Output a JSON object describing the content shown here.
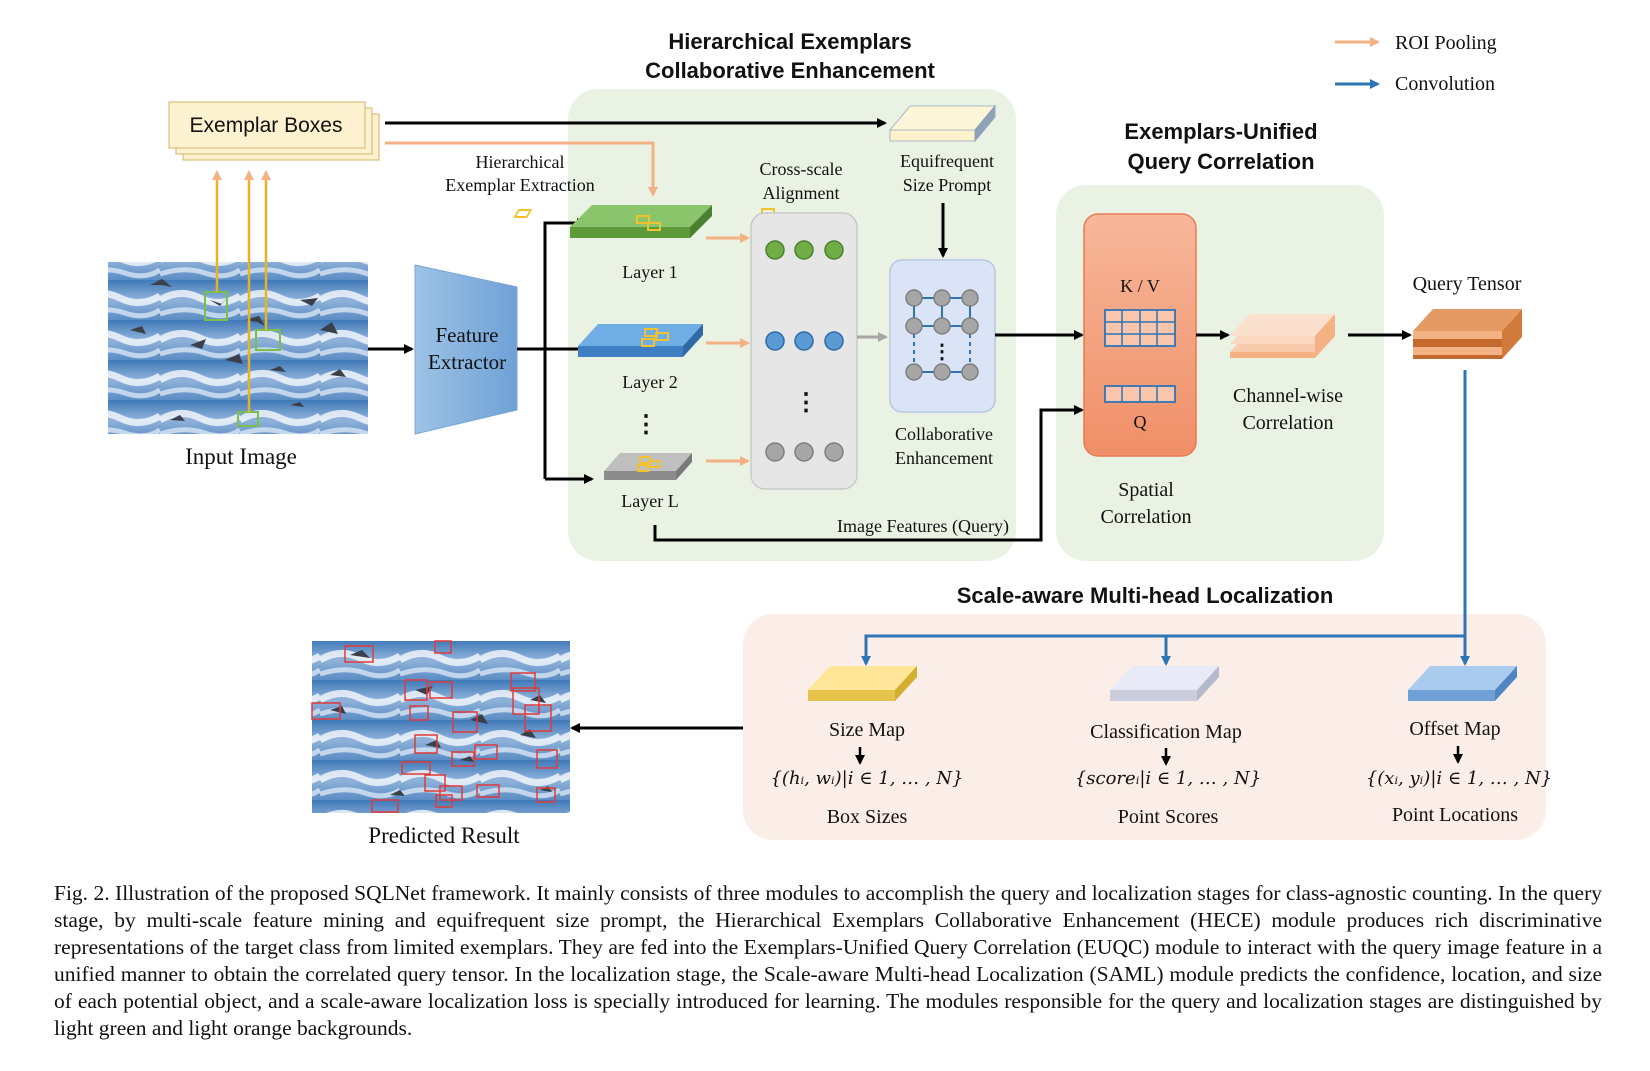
{
  "modules": {
    "hece": {
      "title_line1": "Hierarchical Exemplars",
      "title_line2": "Collaborative Enhancement"
    },
    "euqc": {
      "title_line1": "Exemplars-Unified",
      "title_line2": "Query Correlation"
    },
    "saml": {
      "title": "Scale-aware Multi-head Localization"
    }
  },
  "legend": [
    {
      "label": "ROI Pooling",
      "color": "#f4b183"
    },
    {
      "label": "Convolution",
      "color": "#2e75b6"
    }
  ],
  "labels": {
    "exemplar_boxes": "Exemplar Boxes",
    "input_image": "Input Image",
    "feature_extractor_1": "Feature",
    "feature_extractor_2": "Extractor",
    "hier_extraction_1": "Hierarchical",
    "hier_extraction_2": "Exemplar Extraction",
    "layer_1": "Layer 1",
    "layer_2": "Layer 2",
    "layer_L": "Layer L",
    "cross_scale_1": "Cross-scale",
    "cross_scale_2": "Alignment",
    "equifrequent_1": "Equifrequent",
    "equifrequent_2": "Size Prompt",
    "collab_1": "Collaborative",
    "collab_2": "Enhancement",
    "image_features": "Image Features (Query)",
    "kv": "K / V",
    "q": "Q",
    "spatial_1": "Spatial",
    "spatial_2": "Correlation",
    "channel_1": "Channel-wise",
    "channel_2": "Correlation",
    "query_tensor": "Query Tensor",
    "size_map": "Size Map",
    "class_map": "Classification Map",
    "offset_map": "Offset Map",
    "size_formula": "{(hᵢ, wᵢ)|i ∈ 1, … , N}",
    "score_formula": "{scoreᵢ|i ∈ 1, … , N}",
    "offset_formula": "{(xᵢ, yᵢ)|i ∈ 1, … , N}",
    "box_sizes": "Box Sizes",
    "point_scores": "Point Scores",
    "point_locations": "Point Locations",
    "predicted_result": "Predicted Result"
  },
  "caption": "Fig. 2.  Illustration of the proposed SQLNet framework. It mainly consists of three modules to accomplish the query and localization stages for class-agnostic counting. In the query stage, by multi-scale feature mining and equifrequent size prompt, the Hierarchical Exemplars Collaborative Enhancement (HECE) module produces rich discriminative representations of the target class from limited exemplars. They are fed into the Exemplars-Unified Query Correlation (EUQC) module to interact with the query image feature in a unified manner to obtain the correlated query tensor. In the localization stage, the Scale-aware Multi-head Localization (SAML) module predicts the confidence, location, and size of each potential object, and a scale-aware localization loss is specially introduced for learning. The modules responsible for the query and localization stages are distinguished by light green and light orange backgrounds.",
  "colors": {
    "query_bg": "#eaf3e3",
    "loc_bg": "#fbeee8",
    "roi_arrow": "#f4b183",
    "conv_arrow": "#2e75b6",
    "exemplar_line": "#e6b422",
    "layer1": "#70ad47",
    "layer2": "#5b9bd5",
    "layerL": "#a6a6a6",
    "spatial": "#f4a582",
    "query_tensor": "#e0884a"
  }
}
